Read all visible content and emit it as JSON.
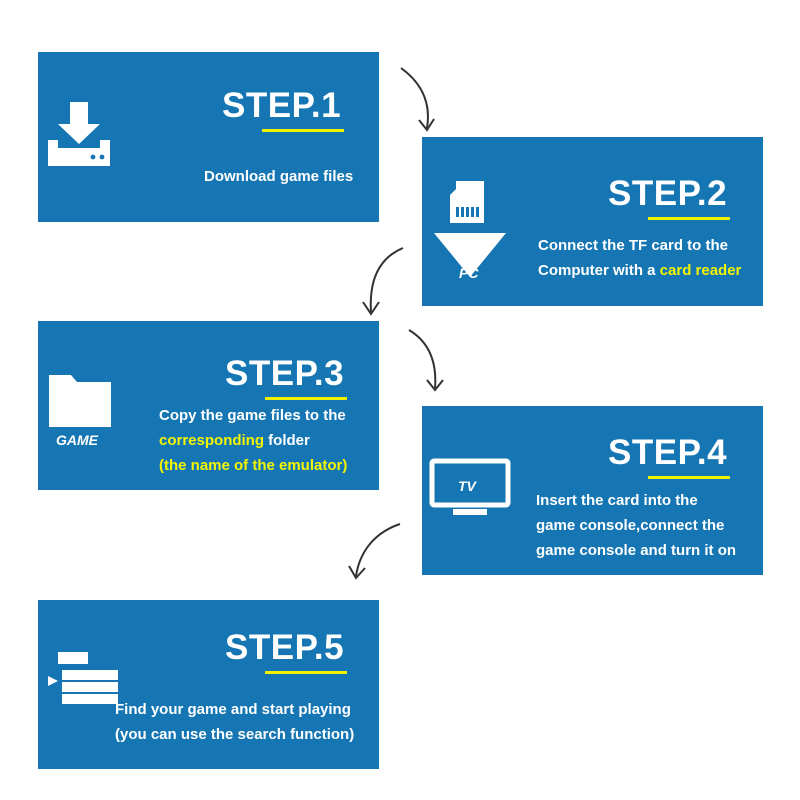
{
  "colors": {
    "card": "#1576b3",
    "highlight": "#f5f500",
    "underline": "#f2f200",
    "arrow": "#333333"
  },
  "steps": [
    {
      "title": "STEP.1",
      "icon": "download-icon",
      "lines": [
        {
          "parts": [
            {
              "text": "Download game files"
            }
          ]
        }
      ]
    },
    {
      "title": "STEP.2",
      "icon": "sd-card-to-pc-icon",
      "icon_label": "PC",
      "lines": [
        {
          "parts": [
            {
              "text": "Connect the TF card to the"
            }
          ]
        },
        {
          "parts": [
            {
              "text": "Computer with a "
            },
            {
              "text": "card reader",
              "hl": true
            }
          ]
        }
      ]
    },
    {
      "title": "STEP.3",
      "icon": "folder-icon",
      "icon_label": "GAME",
      "lines": [
        {
          "parts": [
            {
              "text": "Copy the game files to the"
            }
          ]
        },
        {
          "parts": [
            {
              "text": "corresponding",
              "hl": true
            },
            {
              "text": " folder"
            }
          ]
        },
        {
          "parts": [
            {
              "text": "(the name of the emulator)",
              "hl": true
            }
          ]
        }
      ]
    },
    {
      "title": "STEP.4",
      "icon": "tv-icon",
      "icon_label": "TV",
      "lines": [
        {
          "parts": [
            {
              "text": "Insert the card into the"
            }
          ]
        },
        {
          "parts": [
            {
              "text": "game console,connect the"
            }
          ]
        },
        {
          "parts": [
            {
              "text": "game console and turn it on"
            }
          ]
        }
      ]
    },
    {
      "title": "STEP.5",
      "icon": "game-list-icon",
      "lines": [
        {
          "parts": [
            {
              "text": "Find your game and start playing"
            }
          ]
        },
        {
          "parts": [
            {
              "text": "(you can use the search function)"
            }
          ]
        }
      ]
    }
  ]
}
